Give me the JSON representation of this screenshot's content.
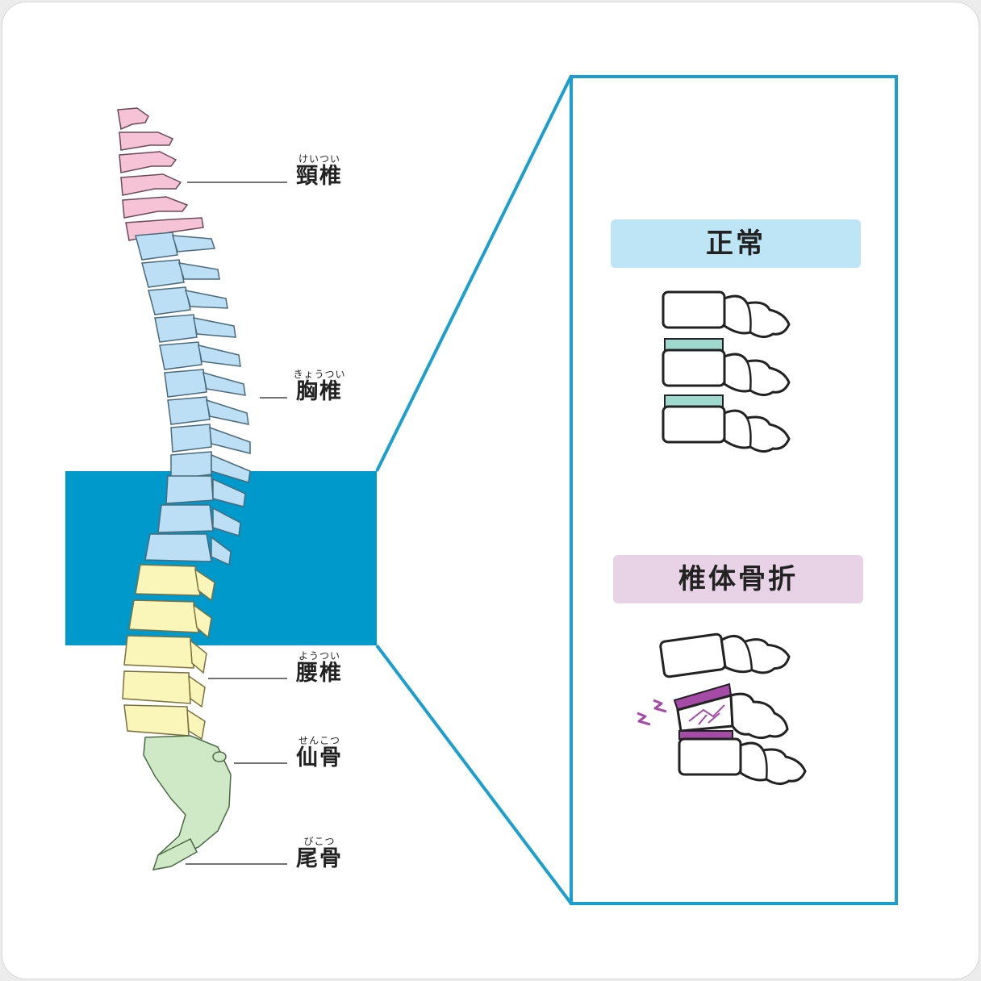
{
  "labels": {
    "cervical": {
      "ruby": "けいつい",
      "kanji": "頸椎"
    },
    "thoracic": {
      "ruby": "きょうつい",
      "kanji": "胸椎"
    },
    "lumbar": {
      "ruby": "ようつい",
      "kanji": "腰椎"
    },
    "sacrum": {
      "ruby": "せんこつ",
      "kanji": "仙骨"
    },
    "coccyx": {
      "ruby": "びこつ",
      "kanji": "尾骨"
    }
  },
  "panels": {
    "normal": {
      "title": "正常",
      "color": "#bde5f5"
    },
    "fracture": {
      "title": "椎体骨折",
      "color": "#e8d2e6"
    }
  },
  "colors": {
    "cervical": "#f5c2d6",
    "thoracic": "#bcdff6",
    "lumbar": "#faf5b8",
    "sacrum": "#cfe8c6",
    "highlight": "#0099cc",
    "disc": "#9fd9cd",
    "fracture_mark": "#a64aa8"
  }
}
